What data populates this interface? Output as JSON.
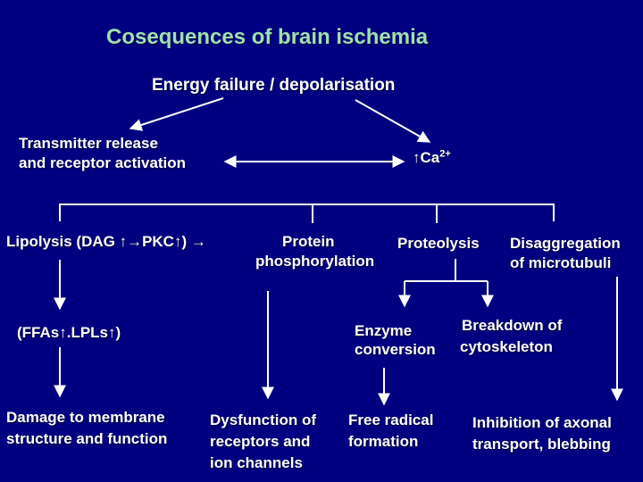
{
  "title": "Cosequences of brain ischemia",
  "nodes": {
    "energy": "Energy  failure / depolarisation",
    "transmitter_line1": "Transmitter release",
    "transmitter_line2": "and receptor activation",
    "ca_prefix": "↑Ca",
    "ca_sup": "2+",
    "lipolysis": "Lipolysis (DAG ↑→PKC↑) →",
    "protein_line1": "Protein",
    "protein_line2": "phosphorylation",
    "proteolysis": "Proteolysis",
    "disaggregation_line1": "Disaggregation",
    "disaggregation_line2": "of microtubuli",
    "ffas": "(FFAs↑.LPLs↑)",
    "enzyme_line1": "Enzyme",
    "enzyme_line2": "conversion",
    "breakdown_line1": "Breakdown of",
    "breakdown_line2": "cytoskeleton",
    "damage_line1": "Damage to membrane",
    "damage_line2": "structure and function",
    "dysfunction_line1": "Dysfunction of",
    "dysfunction_line2": "receptors and",
    "dysfunction_line3": "ion channels",
    "free_radical_line1": "Free radical",
    "free_radical_line2": "formation",
    "inhibition_line1": "Inhibition of axonal",
    "inhibition_line2": "transport, blebbing"
  },
  "colors": {
    "background": "#000080",
    "title": "#9ee0b4",
    "text": "#ffffff"
  }
}
